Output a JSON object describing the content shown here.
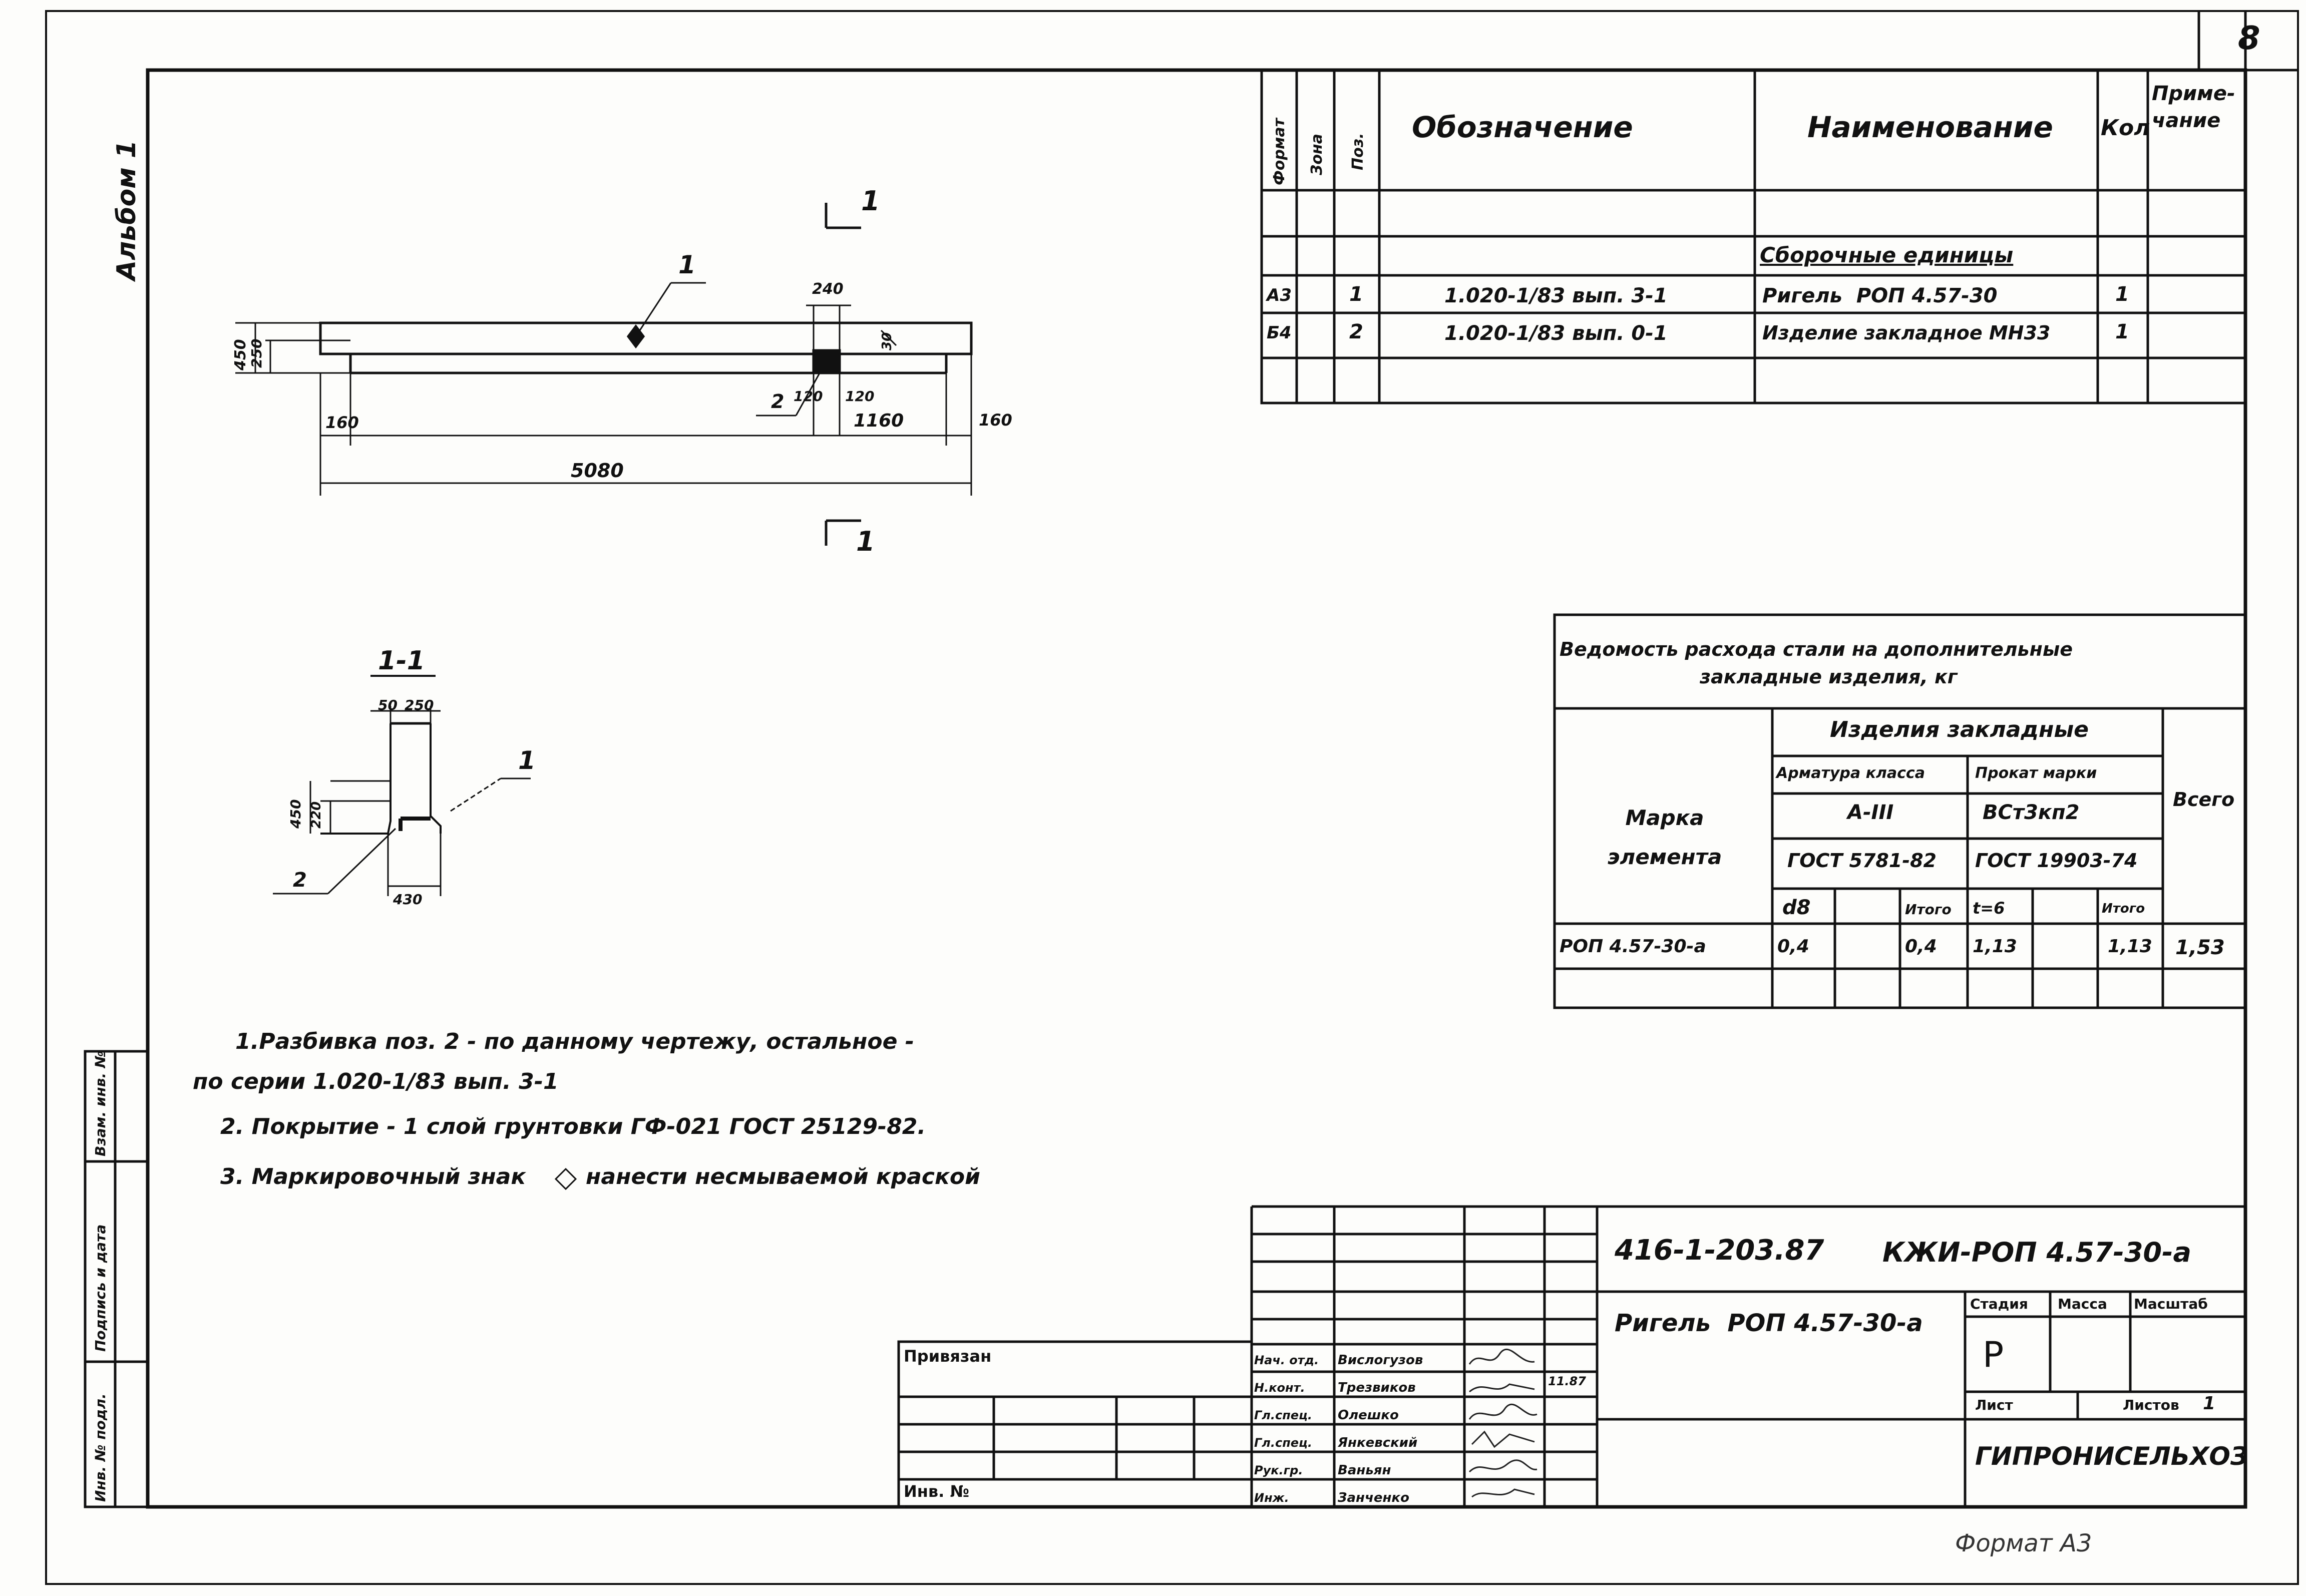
{
  "sheet_number": "8",
  "album_label": "Альбом 1",
  "format_note": "Формат А3",
  "spec_table": {
    "headers": {
      "format": "Формат",
      "zone": "Зона",
      "pos": "Поз.",
      "designation": "Обозначение",
      "name": "Наименование",
      "qty": "Кол",
      "note": "Приме-чание"
    },
    "section": "Сборочные единицы",
    "rows": [
      {
        "format": "А3",
        "pos": "1",
        "designation": "1.020-1/83 вып. 3-1",
        "name": "Ригель  РОП 4.57-30",
        "qty": "1"
      },
      {
        "format": "Б4",
        "pos": "2",
        "designation": "1.020-1/83 вып. 0-1",
        "name": "Изделие закладное МН33",
        "qty": "1"
      }
    ]
  },
  "drawing": {
    "section_mark": "1",
    "dims": {
      "height_total": "450",
      "height_lower": "250",
      "d240": "240",
      "d120a": "120",
      "d120b": "120",
      "d160l": "160",
      "d1160": "1160",
      "d160r": "160",
      "length": "5080",
      "pos_mark": "1",
      "pos_2": "2",
      "d30": "30"
    },
    "section": {
      "title": "1-1",
      "d50": "50",
      "d250": "250",
      "d450": "450",
      "d220": "220",
      "d430": "430",
      "pos_1": "1",
      "pos_2": "2"
    }
  },
  "steel_table": {
    "title_line1": "Ведомость расхода стали на дополнительные",
    "title_line2": "закладные изделия, кг",
    "col_mark": "Марка элемента",
    "col_items": "Изделия закладные",
    "col_rebar": "Арматура класса",
    "col_rebar_class": "А-III",
    "col_rebar_gost": "ГОСТ 5781-82",
    "col_profile": "Прокат марки",
    "col_profile_grade": "ВСт3кп2",
    "col_profile_gost": "ГОСТ 19903-74",
    "col_total": "Всего",
    "sub": [
      "d8",
      "",
      "Итого",
      "t=6",
      "",
      "Итого"
    ],
    "row": {
      "mark": "РОП 4.57-30-а",
      "v1": "0,4",
      "v2": "",
      "v3": "0,4",
      "v4": "1,13",
      "v5": "",
      "v6": "1,13",
      "total": "1,53"
    }
  },
  "notes": [
    "1.Разбивка поз. 2 - по данному чертежу, остальное -",
    "по серии 1.020-1/83 вып. 3-1",
    "2. Покрытие - 1 слой грунтовки ГФ-021 ГОСТ 25129-82.",
    "3. Маркировочный знак",
    "нанести несмываемой краской"
  ],
  "stamp": {
    "code": "416-1-203.87",
    "doc_code": "КЖИ-РОП 4.57-30-а",
    "title": "Ригель  РОП 4.57-30-а",
    "stage_label": "Стадия",
    "mass_label": "Масса",
    "scale_label": "Масштаб",
    "stage": "Р",
    "sheet_label": "Лист",
    "sheets_label": "Листов",
    "sheets": "1",
    "org": "ГИПРОНИСЕЛЬХОЗ",
    "bound_label": "Привязан",
    "inv_label": "Инв. №",
    "roles": [
      "Нач. отд.",
      "Н.конт.",
      "Гл.спец.",
      "Гл.спец.",
      "Рук.гр.",
      "Инж."
    ],
    "names": [
      "Вислогузов",
      "Трезвиков",
      "Олешко",
      "Янкевский",
      "Ваньян",
      "Занченко"
    ],
    "date": "11.87"
  },
  "side_stamp": [
    "Инв. № подл.",
    "Подпись и дата",
    "Взам. инв. №"
  ]
}
